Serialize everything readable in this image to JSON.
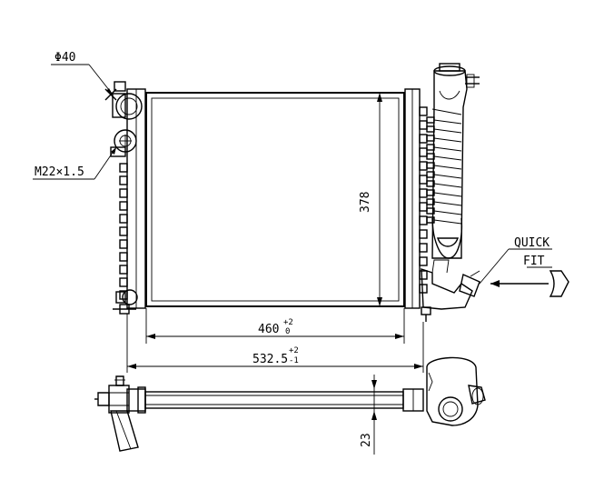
{
  "labels": {
    "inlet_diameter": "Φ40",
    "thread": "M22×1.5",
    "height": "378",
    "core_width_main": "460",
    "core_width_sup": "+2",
    "core_width_sub": "0",
    "overall_width_main": "532.5",
    "overall_width_sup": "+2",
    "overall_width_sub": "-1",
    "quick_fit_line1": "QUICK",
    "quick_fit_line2": "FIT",
    "thickness": "23"
  },
  "colors": {
    "line": "#000000",
    "background": "#ffffff"
  }
}
